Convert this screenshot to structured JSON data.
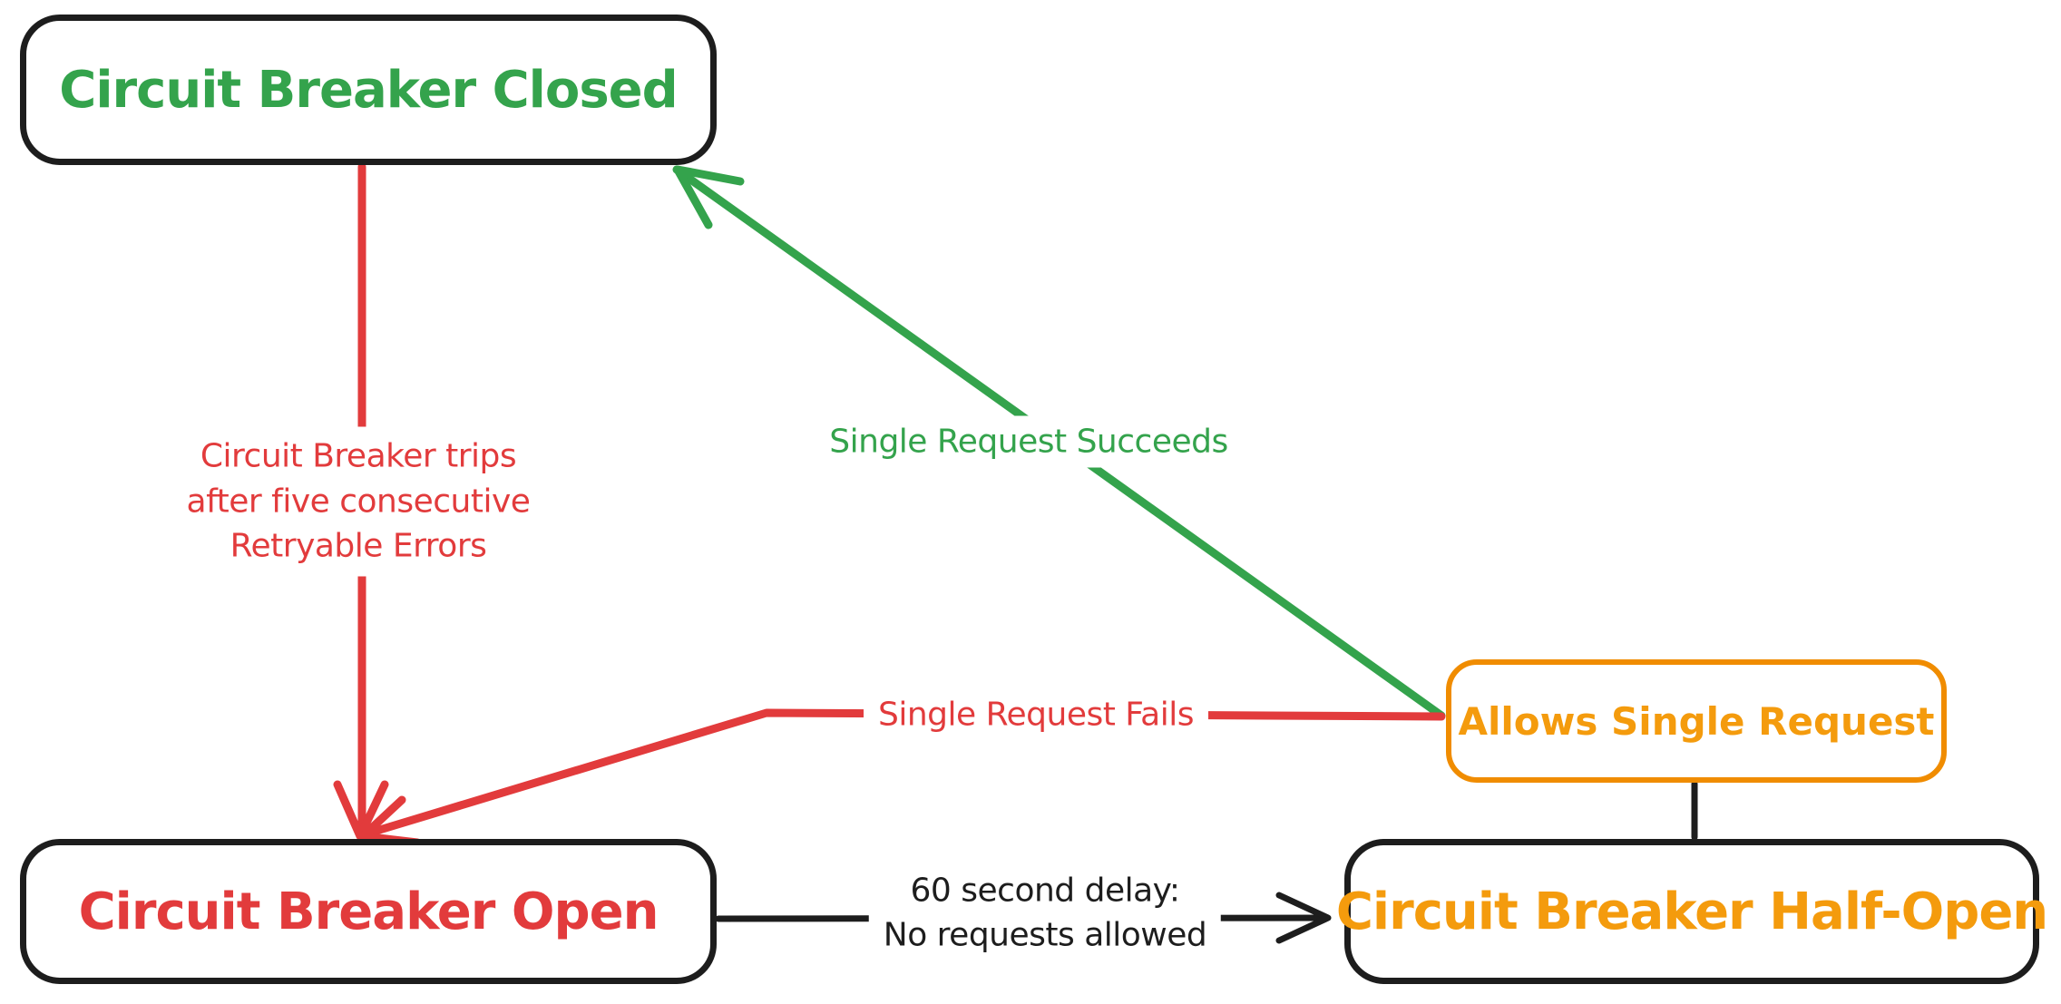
{
  "colors": {
    "green": "#34a34c",
    "red": "#e23b3c",
    "orange": "#f08c00",
    "orange_text": "#f49b0d",
    "ink": "#1d1d1d",
    "background": "#ffffff"
  },
  "nodes": {
    "closed": {
      "label": "Circuit Breaker Closed",
      "color_key": "green"
    },
    "open": {
      "label": "Circuit Breaker Open",
      "color_key": "red"
    },
    "half_open": {
      "label": "Circuit Breaker Half-Open",
      "color_key": "orange"
    },
    "allows": {
      "label": "Allows Single Request",
      "color_key": "orange"
    }
  },
  "edges": {
    "trip": {
      "from": "closed",
      "to": "open",
      "color_key": "red",
      "label_lines": [
        "Circuit Breaker trips",
        "after five consecutive",
        "Retryable Errors"
      ]
    },
    "succeeds": {
      "from": "half_open",
      "to": "closed",
      "color_key": "green",
      "label": "Single Request Succeeds"
    },
    "fails": {
      "from": "half_open",
      "to": "open",
      "color_key": "red",
      "label": "Single Request Fails"
    },
    "delay": {
      "from": "open",
      "to": "half_open",
      "color_key": "ink",
      "label_lines": [
        "60 second delay:",
        "No requests allowed"
      ]
    },
    "link": {
      "from": "allows",
      "to": "half_open",
      "color_key": "ink",
      "label": ""
    }
  }
}
